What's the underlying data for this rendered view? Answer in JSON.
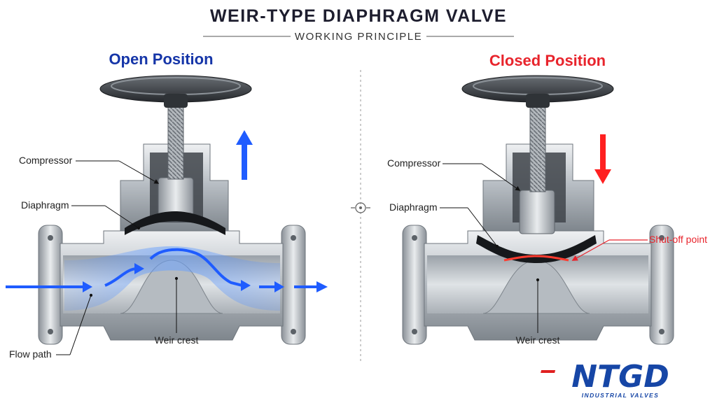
{
  "header": {
    "title": "WEIR-TYPE DIAPHRAGM VALVE",
    "subtitle": "WORKING PRINCIPLE"
  },
  "open_panel": {
    "title": "Open Position",
    "title_color": "#1535a8",
    "arrow_color": "#1f5cff",
    "labels": {
      "compressor": "Compressor",
      "diaphragm": "Diaphragm",
      "weir_crest": "Weir crest",
      "flow_path": "Flow path"
    }
  },
  "closed_panel": {
    "title": "Closed Position",
    "title_color": "#e8242c",
    "arrow_color": "#ff2020",
    "labels": {
      "compressor": "Compressor",
      "diaphragm": "Diaphragm",
      "weir_crest": "Weir crest",
      "shutoff": "Shut-off point"
    }
  },
  "logo": {
    "main": "NTGD",
    "sub": "INDUSTRIAL VALVES",
    "color": "#1646a6",
    "accent": "#e02020"
  }
}
